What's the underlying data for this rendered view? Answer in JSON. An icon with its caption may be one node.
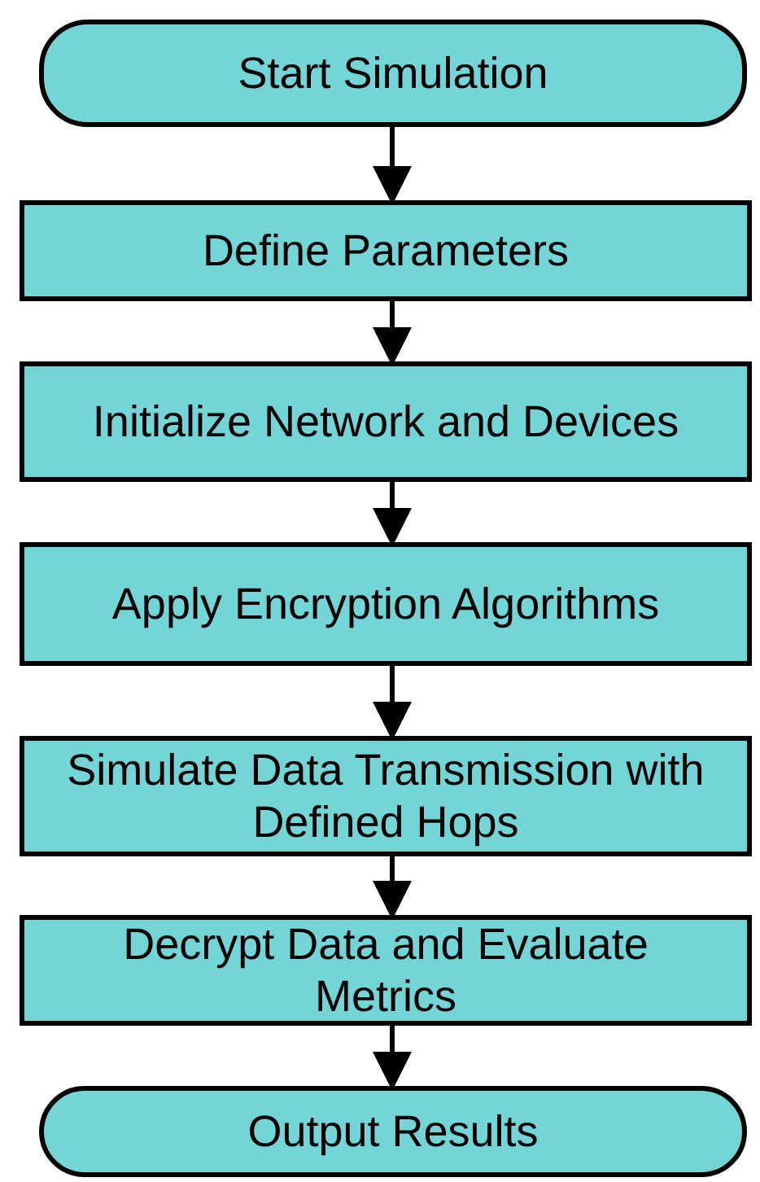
{
  "diagram": {
    "nodes": [
      {
        "text": [
          "Start Simulation"
        ]
      },
      {
        "text": [
          "Define Parameters"
        ]
      },
      {
        "text": [
          "Initialize Network and Devices"
        ]
      },
      {
        "text": [
          "Apply Encryption Algorithms"
        ]
      },
      {
        "text": [
          "Simulate Data Transmission with Defined Hops"
        ]
      },
      {
        "text": [
          "Decrypt Data and Evaluate Metrics"
        ]
      },
      {
        "text": [
          "Output Results"
        ]
      }
    ],
    "edges": [
      {
        "from": 0,
        "to": 1,
        "arrow": "to"
      },
      {
        "from": 1,
        "to": 2,
        "arrow": "to"
      },
      {
        "from": 2,
        "to": 3,
        "arrow": "to"
      },
      {
        "from": 3,
        "to": 4,
        "arrow": "to"
      },
      {
        "from": 4,
        "to": 5,
        "arrow": "to"
      },
      {
        "from": 5,
        "to": 6,
        "arrow": "to"
      }
    ]
  }
}
